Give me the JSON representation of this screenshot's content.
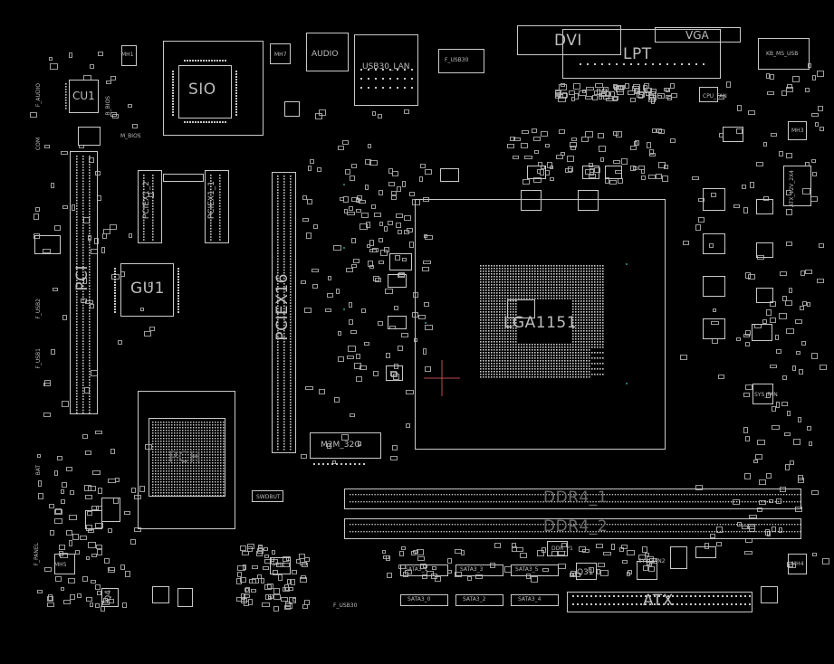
{
  "board": {
    "background": "#000000",
    "line_color": "#c8c8c8",
    "marker_color": "#c04a4a"
  },
  "labels": {
    "dvi": "DVI",
    "vga": "VGA",
    "lpt": "LPT",
    "audio": "AUDIO",
    "usb_lan": "USB30_LAN",
    "sio": "SIO",
    "cu1": "CU1",
    "gu1": "GU1",
    "pci": "PCI",
    "pciex1_2": "PCIEX1_2",
    "pciex1_1": "PCIEX1_1",
    "pciex16": "PCIEX16",
    "lga": "LGA1151",
    "m2m": "M2M_32G",
    "pch": "PCH",
    "ddr4_1": "DDR4_1",
    "ddr4_2": "DDR4_2",
    "atx": "ATX",
    "sata_top": [
      "SATA3_1",
      "SATA3_3",
      "SATA3_5"
    ],
    "sata_bottom": [
      "SATA3_0",
      "SATA3_2",
      "SATA3_4"
    ],
    "q31": "Q31",
    "q4": "Q4",
    "f_panel": "F_PANEL",
    "f_usb30": "F_USB30",
    "kb_ms_usb": "KB_MS_USB",
    "atx_12v": "ATX_12V_2X4",
    "mh1": "MH1",
    "mh3": "MH3",
    "mh4": "MH4",
    "mh5": "MH5",
    "mh6": "MH6",
    "mh7": "MH7",
    "f_audio": "F_AUDIO",
    "com": "COM",
    "f_usb1": "F_USB1",
    "f_usb2": "F_USB2",
    "bat": "BAT",
    "swdbut": "SWDBUT",
    "f_usb30_2": "F_USB30",
    "bios": "B_BIOS",
    "m_bios": "M_BIOS",
    "cpu_fan": "CPU_FAN",
    "sys_fan": "SYS_FAN",
    "ddr_p": "DDR_P1",
    "sys_fan2": "SYS_FAN2"
  }
}
